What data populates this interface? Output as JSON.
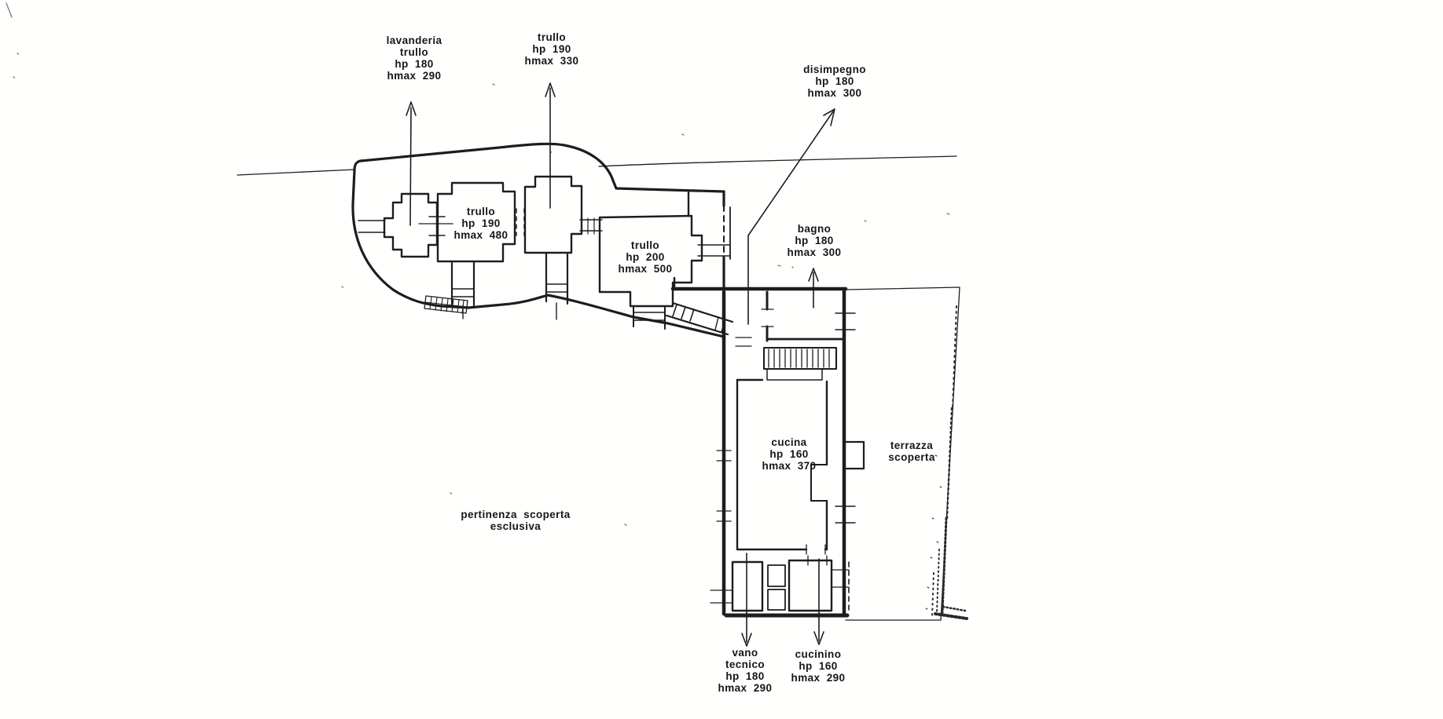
{
  "plan": {
    "ink_color": "#1c1c1c",
    "background_color": "#ffffff",
    "labels": [
      {
        "id": "lavanderia-trullo",
        "text": "lavanderia\ntrullo\nhp  180\nhmax  290"
      },
      {
        "id": "trullo-330",
        "text": "trullo\nhp  190\nhmax  330"
      },
      {
        "id": "disimpegno",
        "text": "disimpegno\nhp  180\nhmax  300"
      },
      {
        "id": "trullo-480",
        "text": "trullo\nhp  190\nhmax  480"
      },
      {
        "id": "trullo-500",
        "text": "trullo\nhp  200\nhmax  500"
      },
      {
        "id": "bagno",
        "text": "bagno\nhp  180\nhmax  300"
      },
      {
        "id": "cucina",
        "text": "cucina\nhp  160\nhmax  370"
      },
      {
        "id": "terrazza",
        "text": "terrazza\nscoperta"
      },
      {
        "id": "pertinenza",
        "text": "pertinenza  scoperta\nesclusiva"
      },
      {
        "id": "vano-tecnico",
        "text": "vano\ntecnico\nhp  180\nhmax  290"
      },
      {
        "id": "cucinino",
        "text": "cucinino\nhp  160\nhmax  290"
      }
    ]
  }
}
